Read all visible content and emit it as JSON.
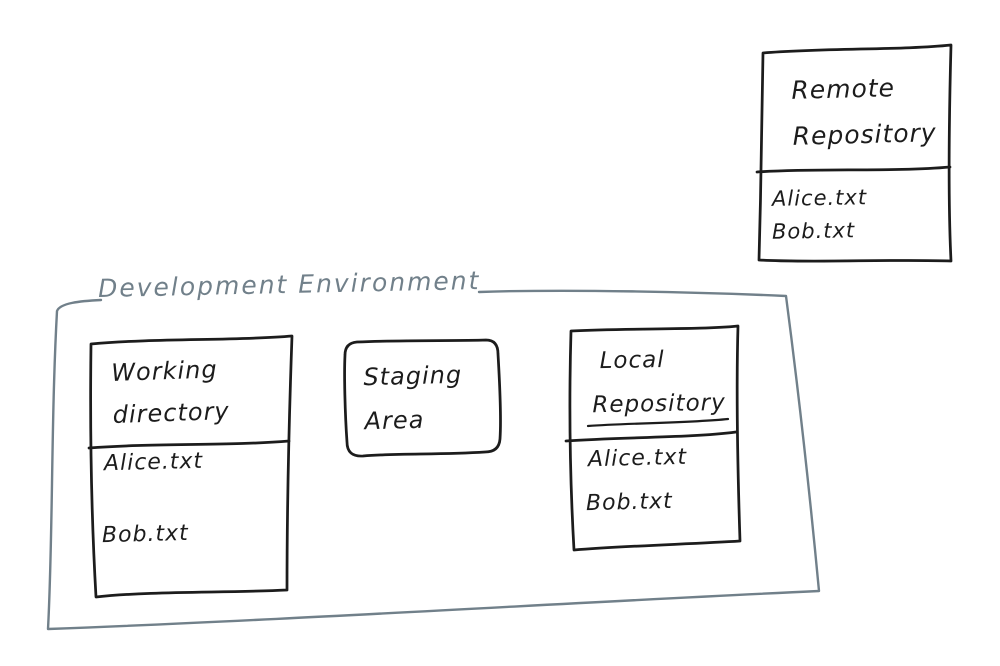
{
  "colors": {
    "ink": "#1c1c1c",
    "environment_outline": "#71808a",
    "background": "#ffffff"
  },
  "environment": {
    "label": "Development Environment",
    "boxes": {
      "working_directory": {
        "title_line1": "Working",
        "title_line2": "directory",
        "files": [
          "Alice.txt",
          "Bob.txt"
        ]
      },
      "staging_area": {
        "title_line1": "Staging",
        "title_line2": "Area",
        "files": []
      },
      "local_repository": {
        "title_line1": "Local",
        "title_line2": "Repository",
        "files": [
          "Alice.txt",
          "Bob.txt"
        ]
      }
    }
  },
  "remote_repository": {
    "title_line1": "Remote",
    "title_line2": "Repository",
    "files": [
      "Alice.txt",
      "Bob.txt"
    ]
  }
}
